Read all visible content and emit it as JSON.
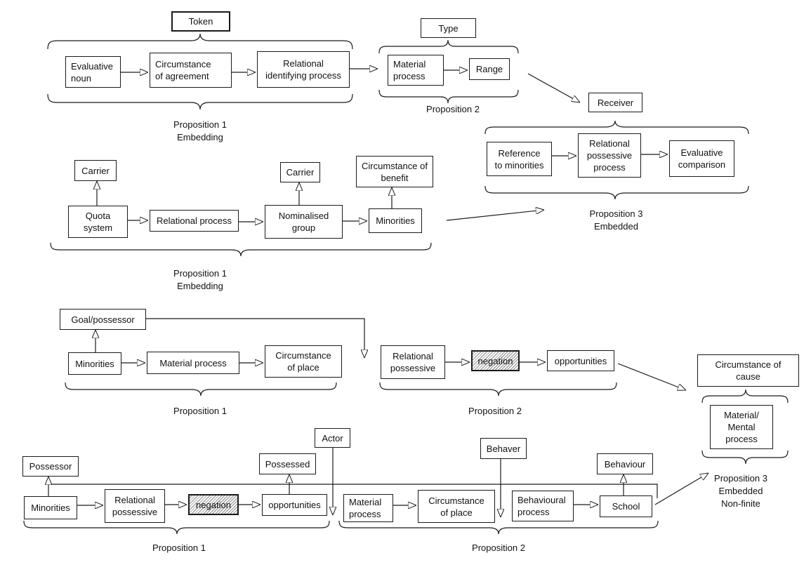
{
  "diagram": {
    "d1": {
      "token": "Token",
      "evaluative_noun": "Evaluative\nnoun",
      "circumstance_agreement": "Circumstance\nof agreement",
      "relational_identifying": "Relational\nidentifying process",
      "type": "Type",
      "material_process": "Material\nprocess",
      "range": "Range",
      "receiver": "Receiver",
      "reference_minorities": "Reference\nto minorities",
      "relational_possessive_process": "Relational\npossessive\nprocess",
      "evaluative_comparison": "Evaluative\ncomparison",
      "label_prop1": "Proposition 1\nEmbedding",
      "label_prop2": "Proposition 2",
      "label_prop3": "Proposition 3\nEmbedded"
    },
    "d2": {
      "carrier_1": "Carrier",
      "quota_system": "Quota\nsystem",
      "relational_process": "Relational process",
      "carrier_2": "Carrier",
      "nominalised_group": "Nominalised\ngroup",
      "circumstance_benefit": "Circumstance of\nbenefit",
      "minorities": "Minorities",
      "label_prop1": "Proposition 1\nEmbedding"
    },
    "d3": {
      "goal_possessor": "Goal/possessor",
      "minorities": "Minorities",
      "material_process": "Material process",
      "circumstance_place": "Circumstance\nof place",
      "relational_possessive": "Relational\npossessive",
      "negation": "negation",
      "opportunities": "opportunities",
      "circumstance_cause": "Circumstance of\ncause",
      "material_mental": "Material/\nMental\nprocess",
      "label_prop1": "Proposition 1",
      "label_prop2": "Proposition 2"
    },
    "d4": {
      "possessor": "Possessor",
      "minorities": "Minorities",
      "relational_possessive": "Relational\npossessive",
      "negation": "negation",
      "possessed": "Possessed",
      "opportunities": "opportunities",
      "actor": "Actor",
      "material_process": "Material\nprocess",
      "circumstance_place": "Circumstance\nof place",
      "behaver": "Behaver",
      "behavioural_process": "Behavioural\nprocess",
      "behaviour": "Behaviour",
      "school": "School",
      "label_prop1": "Proposition 1",
      "label_prop2": "Proposition 2",
      "label_prop3": "Proposition 3\nEmbedded\nNon-finite"
    }
  }
}
